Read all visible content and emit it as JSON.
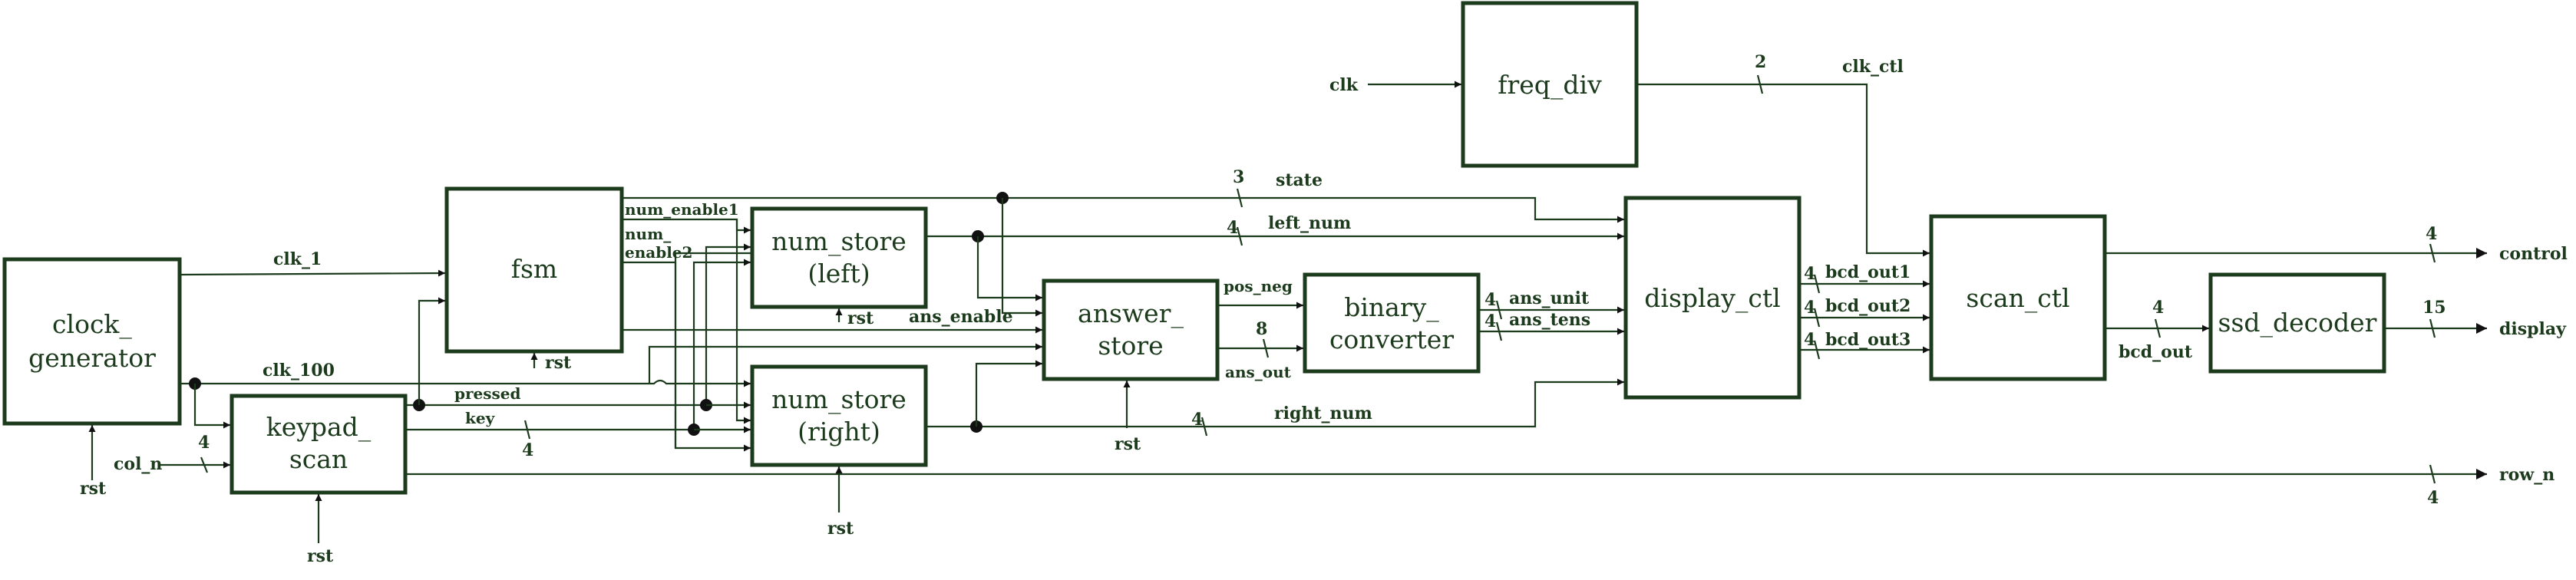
{
  "blocks": {
    "clock_generator": [
      "clock_",
      "generator"
    ],
    "keypad_scan": [
      "keypad_",
      "scan"
    ],
    "fsm": [
      "fsm"
    ],
    "num_store_left": [
      "num_store",
      "(left)"
    ],
    "num_store_right": [
      "num_store",
      "(right)"
    ],
    "answer_store": [
      "answer_",
      "store"
    ],
    "binary_converter": [
      "binary_",
      "converter"
    ],
    "freq_div": [
      "freq_div"
    ],
    "display_ctl": [
      "display_ctl"
    ],
    "scan_ctl": [
      "scan_ctl"
    ],
    "ssd_decoder": [
      "ssd_decoder"
    ]
  },
  "signals": {
    "clk": "clk",
    "clk_1": "clk_1",
    "clk_100": "clk_100",
    "col_n": "col_n",
    "rst": "rst",
    "pressed": "pressed",
    "key": "key",
    "num_enable1": "num_enable1",
    "num_enable2_a": "num_",
    "num_enable2_b": "enable2",
    "state": "state",
    "left_num": "left_num",
    "right_num": "right_num",
    "ans_enable": "ans_enable",
    "pos_neg": "pos_neg",
    "ans_out": "ans_out",
    "ans_unit": "ans_unit",
    "ans_tens": "ans_tens",
    "clk_ctl": "clk_ctl",
    "bcd_out1": "bcd_out1",
    "bcd_out2": "bcd_out2",
    "bcd_out3": "bcd_out3",
    "bcd_out": "bcd_out",
    "control": "control",
    "display": "display",
    "row_n": "row_n"
  },
  "widths": {
    "col_n": "4",
    "key": "4",
    "state": "3",
    "left_num": "4",
    "right_num": "4",
    "ans_out": "8",
    "ans_unit": "4",
    "ans_tens": "4",
    "clk_ctl": "2",
    "bcd_out1": "4",
    "bcd_out2": "4",
    "bcd_out3": "4",
    "bcd_out": "4",
    "control": "4",
    "display": "15",
    "row_n": "4"
  }
}
